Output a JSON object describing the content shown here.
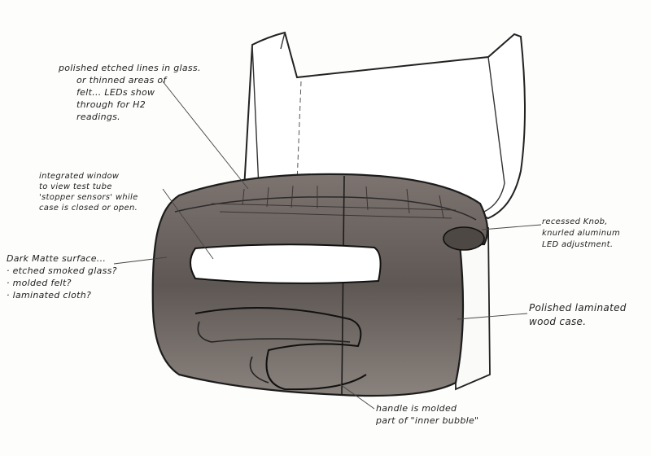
{
  "annotations": {
    "glass_lines": {
      "struck_word": "etched",
      "lines": [
        "polished etched lines in glass.",
        "or thinned areas of",
        "felt... LEDs show",
        "through for H2",
        "readings."
      ]
    },
    "window": {
      "lines": [
        "integrated window",
        "to view test tube",
        "'stopper sensors' while",
        "case is closed or open."
      ]
    },
    "surface": {
      "lines": [
        "Dark Matte surface...",
        "· etched smoked glass?",
        "· molded felt?",
        "· laminated cloth?"
      ]
    },
    "knob": {
      "lines": [
        "recessed Knob,",
        "knurled aluminum",
        "LED adjustment."
      ]
    },
    "wood_case": {
      "lines": [
        "Polished laminated",
        "wood case."
      ]
    },
    "handle": {
      "lines": [
        "handle is molded",
        "part of \"inner bubble\""
      ]
    }
  },
  "colors": {
    "ink": "#222222",
    "body": "#5e5753",
    "body_light": "#9a918c",
    "paper": "#fdfdfb"
  }
}
